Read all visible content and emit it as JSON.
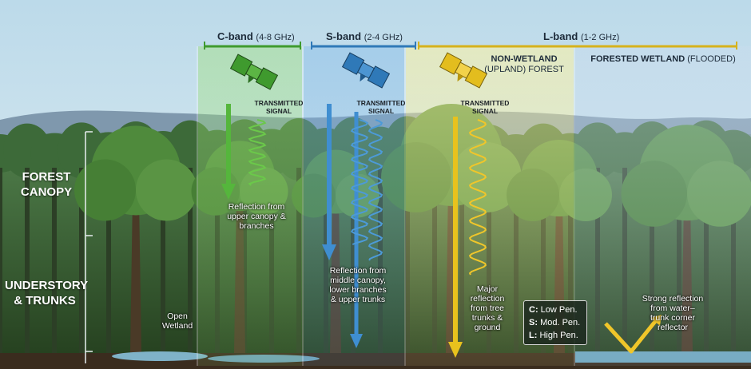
{
  "zones": {
    "canopy": "FOREST\nCANOPY",
    "understory": "UNDERSTORY\n& TRUNKS"
  },
  "bands": {
    "c": {
      "name": "C-band",
      "freq": "(4-8 GHz)",
      "color": "#3f9a2e"
    },
    "s": {
      "name": "S-band",
      "freq": "(2-4 GHz)",
      "color": "#2f79b8"
    },
    "l": {
      "name": "L-band",
      "freq": "(1-2 GHz)",
      "color": "#e3bd1e"
    }
  },
  "signal_label": "TRANSMITTED\nSIGNAL",
  "headers": {
    "non_wetland_title": "NON-WETLAND",
    "non_wetland_sub": "(UPLAND) FOREST",
    "wetland_title": "FORESTED WETLAND",
    "wetland_sub": "(FLOODED)"
  },
  "notes": {
    "open_wetland": "Open\nWetland",
    "c_reflection": "Reflection from\nupper canopy &\nbranches",
    "s_reflection": "Reflection from\nmiddle canopy,\nlower branches\n& upper trunks",
    "l_reflection": "Major\nreflection\nfrom tree\ntrunks &\nground",
    "wetland_reflection": "Strong reflection\nfrom water–\ntrunk corner\nreflector"
  },
  "legend": {
    "c_key": "C:",
    "c_val": "Low Pen.",
    "s_key": "S:",
    "s_val": "Mod. Pen.",
    "l_key": "L:",
    "l_val": "High Pen."
  }
}
